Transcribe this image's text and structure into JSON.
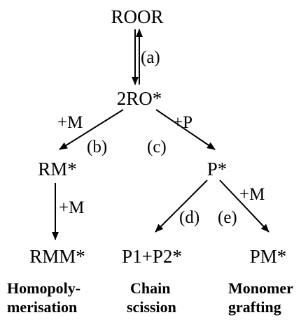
{
  "nodes": {
    "roor": "ROOR",
    "ro": "2RO*",
    "rm": "RM*",
    "p": "P*",
    "rmm": "RMM*",
    "p1p2": "P1+P2*",
    "pm": "PM*"
  },
  "edges": {
    "a": "(a)",
    "b": "(b)",
    "c": "(c)",
    "d": "(d)",
    "e": "(e)",
    "plus_m_left": "+M",
    "plus_p": "+P",
    "plus_m_rm": "+M",
    "plus_m_right": "+M"
  },
  "captions": {
    "homopolymerisation_line1": "Homopoly-",
    "homopolymerisation_line2": "merisation",
    "chain_scission_line1": "Chain",
    "chain_scission_line2": "scission",
    "monomer_grafting_line1": "Monomer",
    "monomer_grafting_line2": "grafting"
  },
  "colors": {
    "ink": "#000000",
    "background": "#ffffff"
  }
}
